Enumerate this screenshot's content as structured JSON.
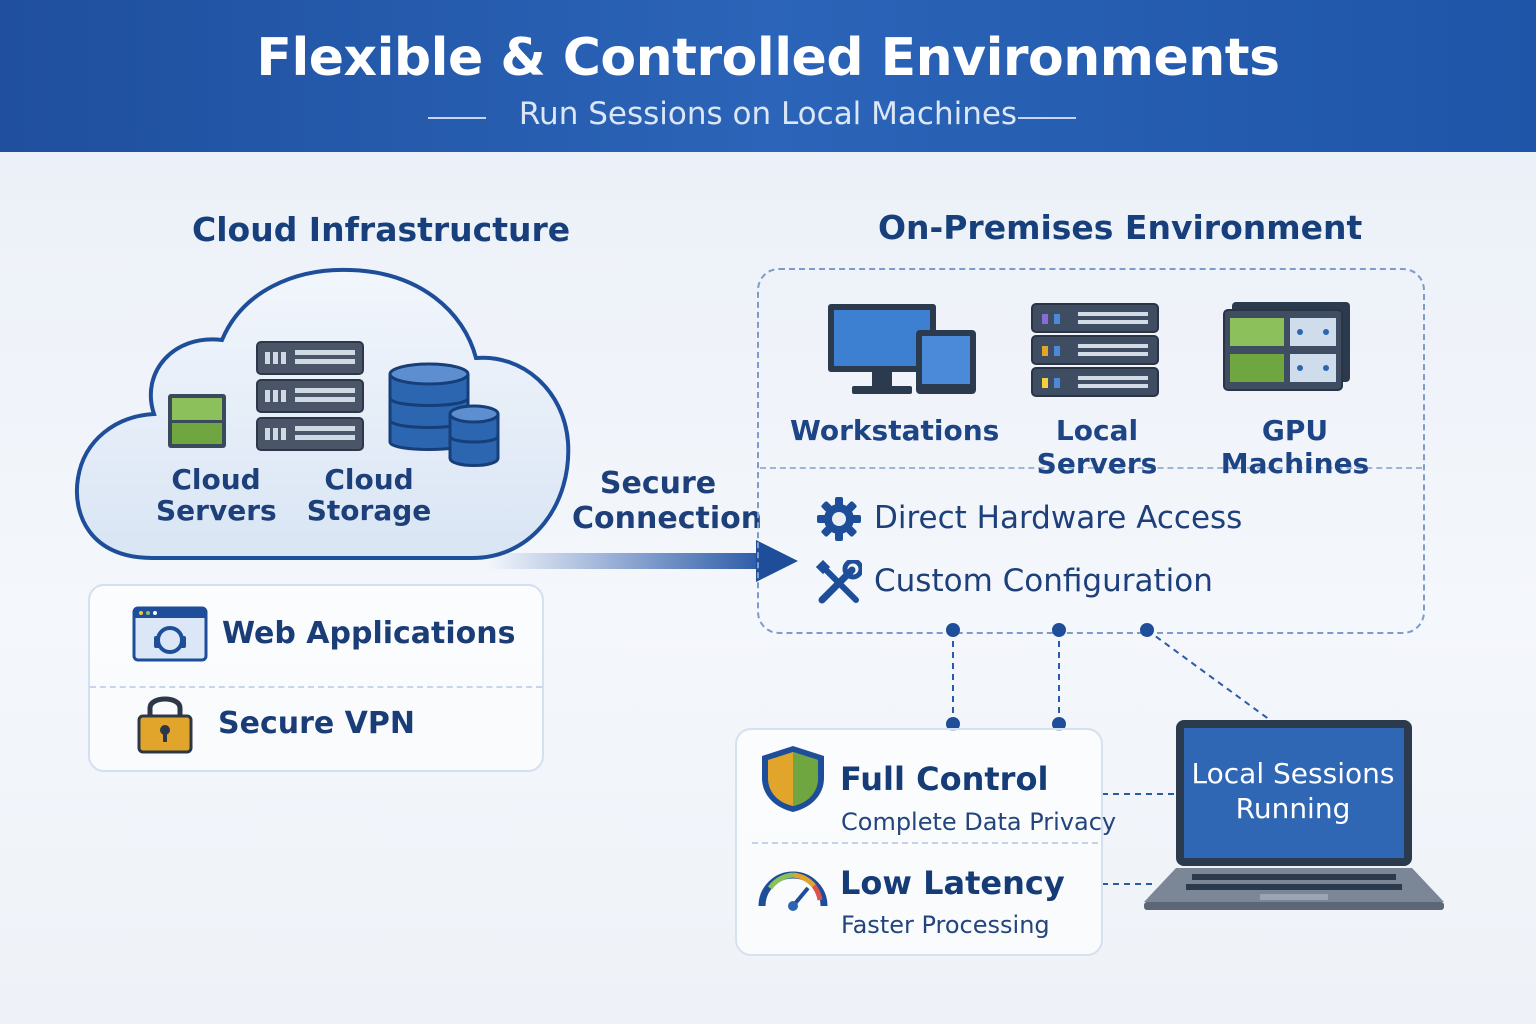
{
  "header": {
    "title": "Flexible & Controlled Environments",
    "subtitle": "Run Sessions on Local Machines"
  },
  "cloud": {
    "heading": "Cloud Infrastructure",
    "servers_line1": "Cloud",
    "servers_line2": "Servers",
    "storage_line1": "Cloud",
    "storage_line2": "Storage",
    "web_apps": "Web Applications",
    "vpn": "Secure VPN"
  },
  "connection": {
    "line1": "Secure",
    "line2": "Connection"
  },
  "onprem": {
    "heading": "On-Premises Environment",
    "devices": [
      "Workstations",
      "Local Servers",
      "GPU Machines"
    ],
    "features": [
      "Direct Hardware Access",
      "Custom Configuration"
    ]
  },
  "benefits": {
    "control_title": "Full Control",
    "control_sub": "Complete Data Privacy",
    "latency_title": "Low Latency",
    "latency_sub": "Faster Processing"
  },
  "laptop": {
    "line1": "Local Sessions",
    "line2": "Running"
  },
  "colors": {
    "banner": "#1f4f9e",
    "primary": "#1d3f7a",
    "accent_green": "#7fb04a",
    "accent_gold": "#e0a52a",
    "arrow": "#2a5aa8"
  }
}
